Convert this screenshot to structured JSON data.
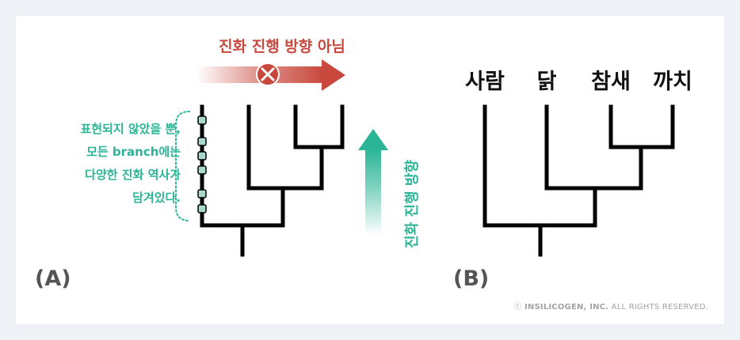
{
  "panel_a": {
    "id_label": "(A)",
    "arrow_label": "진화 진행 방향 아님",
    "note_lines": [
      "표현되지 않았을 뿐,",
      "모든 branch에는",
      "다양한 진화 역사가",
      "담겨있다."
    ],
    "vertical_label": "진화 진행 방향"
  },
  "panel_b": {
    "id_label": "(B)",
    "species": [
      "사람",
      "닭",
      "참새",
      "까치"
    ]
  },
  "footer": {
    "symbol": "ⓒ",
    "company": "INSILICOGEN, INC.",
    "rights": "ALL RIGHTS RESERVED."
  },
  "colors": {
    "red": "#c8483d",
    "teal": "#2bb596",
    "tree": "#000000",
    "marker_fill": "#a8d8cb"
  }
}
